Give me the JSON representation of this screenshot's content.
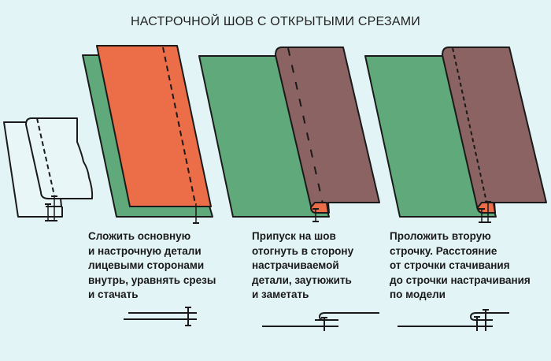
{
  "title": "НАСТРОЧНОЙ ШОВ С ОТКРЫТЫМИ СРЕЗАМИ",
  "colors": {
    "background": "#e3f4f6",
    "green": "#5fa97b",
    "orange": "#ec6e48",
    "brown": "#8c6363",
    "outline": "#1a1a1a"
  },
  "steps": [
    {
      "lines": [
        "Сложить основную",
        "и настрочную детали",
        "лицевыми сторонами",
        "внутрь, уравнять срезы",
        "и стачать"
      ]
    },
    {
      "lines": [
        "Припуск на шов",
        "отогнуть в сторону",
        "настрачиваемой",
        "детали, заутюжить",
        "и заметать"
      ]
    },
    {
      "lines": [
        "Проложить вторую",
        "строчку. Расстояние",
        "от строчки стачивания",
        "до строчки настрачивания",
        "по модели"
      ]
    }
  ]
}
